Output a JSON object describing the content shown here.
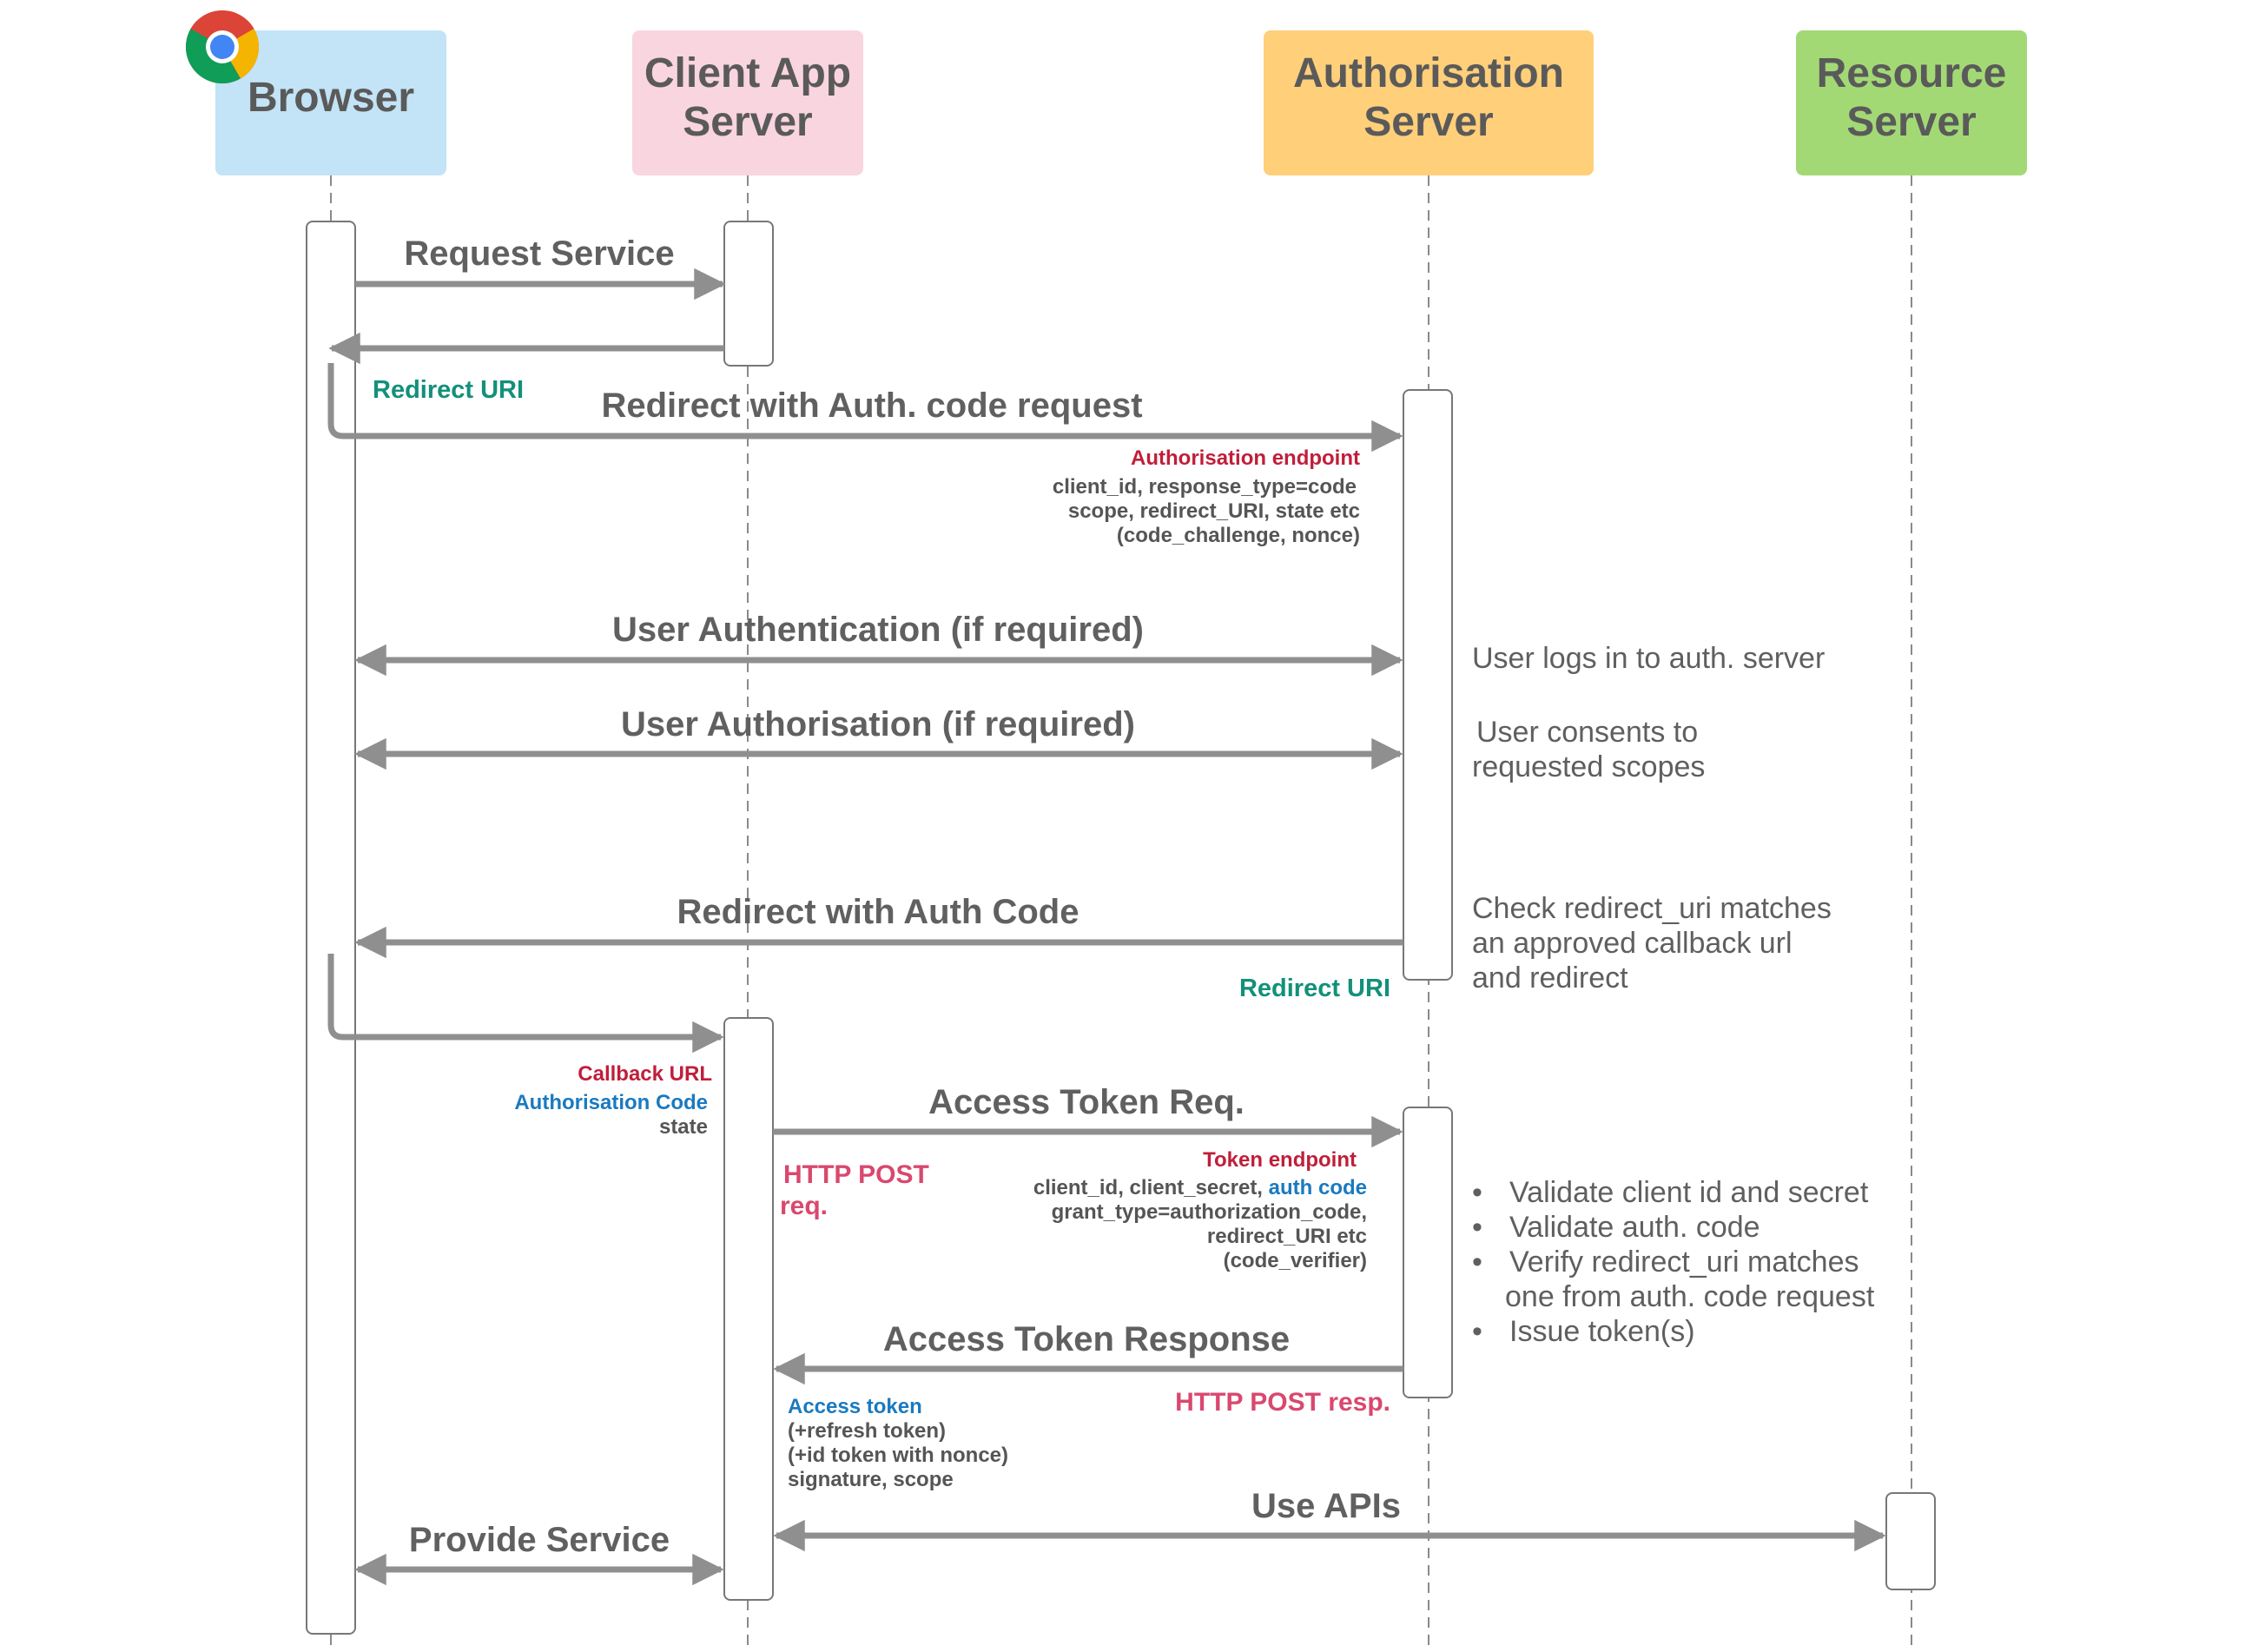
{
  "colors": {
    "browser": "#c3e3f6",
    "client": "#f9d5e0",
    "auth": "#ffcf7a",
    "resource": "#a3d975",
    "arrow": "#8f8f8f",
    "text": "#5f5f5f",
    "green": "#12907a",
    "red": "#c01e3a",
    "blue": "#1a7abf",
    "pink": "#d9486e"
  },
  "actors": {
    "browser": {
      "lines": [
        "Browser"
      ],
      "icon": "chrome-icon"
    },
    "client": {
      "lines": [
        "Client App",
        "Server"
      ]
    },
    "auth": {
      "lines": [
        "Authorisation",
        "Server"
      ]
    },
    "resource": {
      "lines": [
        "Resource",
        "Server"
      ]
    }
  },
  "messages": {
    "request_service": "Request Service",
    "redirect_uri_1": "Redirect URI",
    "redirect_auth_code_request": "Redirect with Auth. code request",
    "auth_endpoint": "Authorisation endpoint",
    "auth_params": [
      "client_id, response_type=code",
      "scope, redirect_URI, state etc",
      "(code_challenge, nonce)"
    ],
    "user_authentication": "User Authentication (if required)",
    "user_authorisation": "User Authorisation (if required)",
    "redirect_with_auth_code": "Redirect with Auth Code",
    "redirect_uri_2": "Redirect URI",
    "callback_url": "Callback URL",
    "authorisation_code": "Authorisation Code",
    "state": "state",
    "access_token_req": "Access Token Req.",
    "http_post_req": [
      "HTTP POST",
      "req."
    ],
    "token_endpoint": "Token endpoint",
    "token_params_line1_a": "client_id, client_secret, ",
    "token_params_line1_b": "auth code",
    "token_params_rest": [
      "grant_type=authorization_code,",
      "redirect_URI etc",
      "(code_verifier)"
    ],
    "access_token_response": "Access Token Response",
    "http_post_resp": "HTTP POST resp.",
    "access_token": "Access token",
    "token_details": [
      "(+refresh token)",
      "(+id token with nonce)",
      "signature, scope"
    ],
    "use_apis": "Use APIs",
    "provide_service": "Provide Service"
  },
  "notes": {
    "user_logs_in": "User logs in to auth. server",
    "user_consents": [
      "User consents to",
      "requested scopes"
    ],
    "check_redirect": [
      "Check redirect_uri matches",
      "an approved callback url",
      "and redirect"
    ],
    "validation_bullets": [
      "Validate client id and secret",
      "Validate auth. code",
      "Verify redirect_uri matches",
      "Issue token(s)"
    ],
    "validation_continuation": "one from auth. code request",
    "bullet_char": "•"
  }
}
